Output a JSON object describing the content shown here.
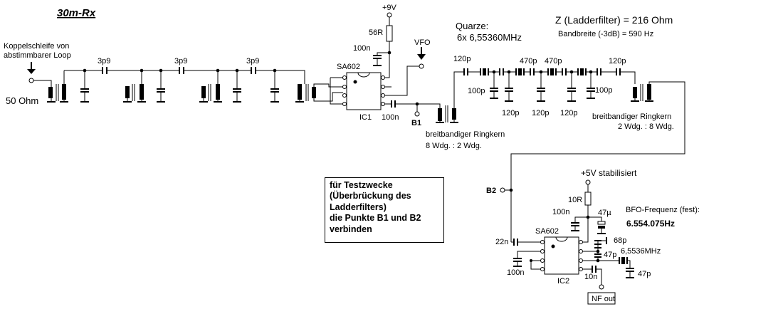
{
  "title": "30m-Rx",
  "input": {
    "coupling_label_line1": "Koppelschleife von",
    "coupling_label_line2": "abstimmbarer Loop",
    "impedance": "50 Ohm"
  },
  "input_filter": {
    "coupling_caps": [
      "3p9",
      "3p9",
      "3p9"
    ]
  },
  "mixer1": {
    "chip": "SA602",
    "ref": "IC1",
    "supply": "+9V",
    "resistor": "56R",
    "decoupling_cap": "100n",
    "output_cap": "100n",
    "vfo_label": "VFO",
    "test_point": "B1"
  },
  "ladder_filter": {
    "crystals_label": "Quarze:",
    "crystals_value": "6x 6,55360MHz",
    "impedance_label": "Z (Ladderfilter) = 216 Ohm",
    "bandwidth_label": "Bandbreite (-3dB) = 590 Hz",
    "series_caps": [
      "120p",
      "470p",
      "470p",
      "120p"
    ],
    "shunt_caps_upper": [
      "100p",
      "100p"
    ],
    "shunt_caps_lower": [
      "120p",
      "120p",
      "120p"
    ]
  },
  "transformers": {
    "input_label": "breitbandiger Ringkern",
    "input_ratio": "8 Wdg. : 2 Wdg.",
    "output_label": "breitbandiger Ringkern",
    "output_ratio": "2 Wdg. : 8 Wdg."
  },
  "note": {
    "lines": [
      "für Testzwecke",
      "(Überbrückung des",
      "Ladderfilters)",
      "die Punkte B1 und B2",
      "verbinden"
    ]
  },
  "mixer2": {
    "chip": "SA602",
    "ref": "IC2",
    "supply": "+5V stabilisiert",
    "resistor": "10R",
    "decoupling_cap": "100n",
    "electrolytic": "47µ",
    "input_cap": "22n",
    "bypass_cap": "100n",
    "output_cap": "10n",
    "osc_cap1": "68p",
    "osc_cap2": "47p",
    "osc_cap3": "47p",
    "crystal": "6,5536MHz",
    "test_point": "B2",
    "bfo_label": "BFO-Frequenz (fest):",
    "bfo_value": "6.554.075Hz",
    "output_label": "NF out"
  }
}
